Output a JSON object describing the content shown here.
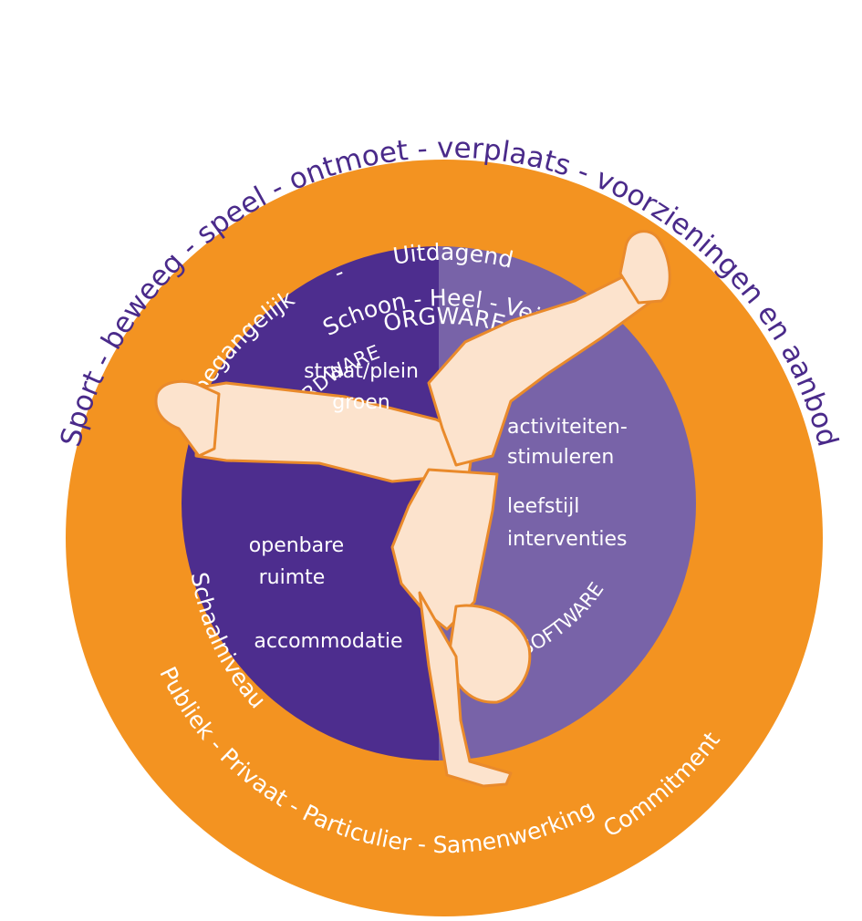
{
  "colors": {
    "orange_ring": "#F39321",
    "hardware_purple": "#4D2D8E",
    "software_purple": "#7863A8",
    "outer_text": "#4A2A8A",
    "white_text": "#ffffff",
    "figure_fill": "#FCE3CD",
    "figure_stroke": "#E98A2B"
  },
  "outer_arc_text": "Sport - beweeg - speel - ontmoet - verplaats - voorzieningen en aanbod",
  "orgware": {
    "title": "ORGWARE",
    "uitdagend": "Uitdagend",
    "dash": "-",
    "toegankelijk": "Toegangelijk",
    "schoon_heel_veilig": "Schoon - Heel - Veilig",
    "commitment": "Commitment",
    "schaalniveau": "Schaalniveau",
    "samenwerking": "Publiek - Privaat - Particulier - Samenwerking"
  },
  "hardware": {
    "title": "HARDWARE",
    "items": [
      "straat/plein",
      "groen",
      "openbare",
      "ruimte",
      "accommodatie"
    ]
  },
  "software": {
    "title": "SOFTWARE",
    "items": [
      "activiteiten-",
      "stimuleren",
      "leefstijl",
      "interventies"
    ]
  }
}
